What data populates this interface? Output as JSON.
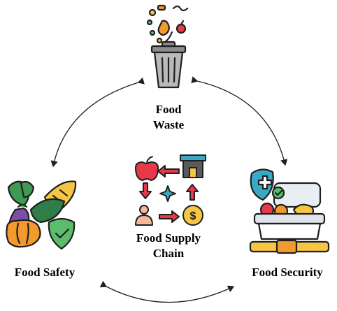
{
  "nodes": {
    "food_waste": {
      "line1": "Food",
      "line2": "Waste"
    },
    "food_safety": {
      "label": "Food Safety"
    },
    "food_security": {
      "label": "Food Security"
    },
    "supply_chain": {
      "line1": "Food Supply",
      "line2": "Chain"
    }
  },
  "colors": {
    "outline": "#1f1f1f",
    "red": "#e8394b",
    "green": "#5bbd6b",
    "teal": "#3aa9c4",
    "orange": "#f39a2d",
    "yellow": "#f5c544",
    "gray": "#8c8c8c",
    "purple": "#7b4fa3",
    "peach": "#f7b89a"
  }
}
